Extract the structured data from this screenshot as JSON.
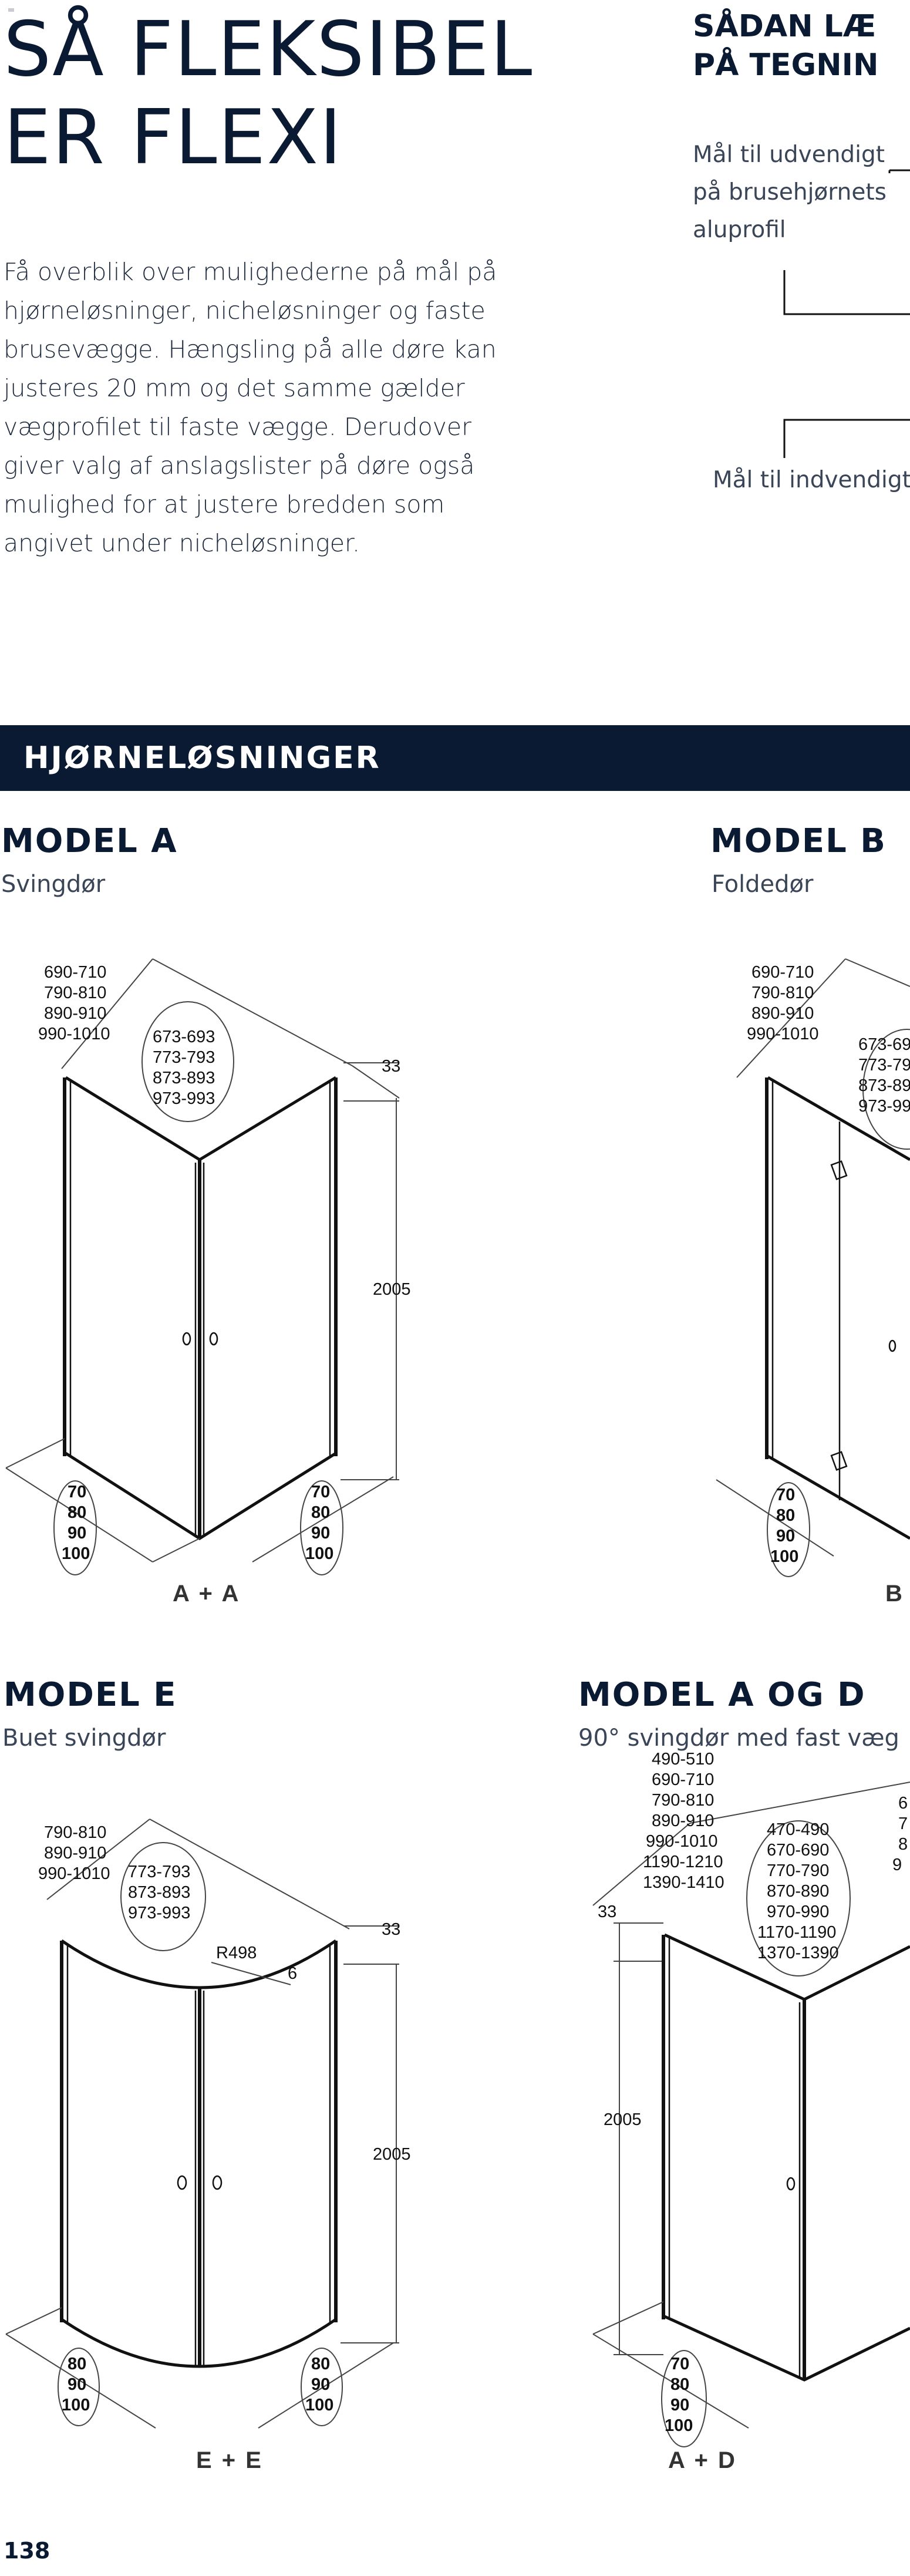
{
  "hero": {
    "title_line1": "SÅ FLEKSIBEL",
    "title_line2": "ER FLEXI",
    "intro": "Få overblik over mulighederne på mål på hjørneløsninger, nicheløsninger og faste brusevægge. Hængsling på alle døre kan justeres 20 mm og det samme gælder vægprofilet til faste vægge. Derudover giver valg af anslagslister på døre også mulighed for at justere bredden som angivet under nicheløsninger."
  },
  "side": {
    "title_line1": "SÅDAN LÆ",
    "title_line2": "PÅ TEGNIN",
    "note_outer_1": "Mål til udvendigt",
    "note_outer_2": "på brusehjørnets",
    "note_outer_3": "aluprofil",
    "note_inner": "Mål til indvendigt"
  },
  "banner": {
    "label": "HJØRNELØSNINGER"
  },
  "models": [
    {
      "title": "MODEL A",
      "subtitle": "Svingdør",
      "pair": "A + A",
      "outer_sizes": [
        "690-710",
        "790-810",
        "890-910",
        "990-1010"
      ],
      "inner_sizes": [
        "673-693",
        "773-793",
        "873-893",
        "973-993"
      ],
      "depth_dim": "33",
      "height_dim": "2005",
      "left_widths": [
        "70",
        "80",
        "90",
        "100"
      ],
      "right_widths": [
        "70",
        "80",
        "90",
        "100"
      ]
    },
    {
      "title": "MODEL B",
      "subtitle": "Foldedør",
      "pair": "B",
      "outer_sizes": [
        "690-710",
        "790-810",
        "890-910",
        "990-1010"
      ],
      "inner_sizes": [
        "673-69",
        "773-79",
        "873-89",
        "973-99"
      ],
      "left_widths": [
        "70",
        "80",
        "90",
        "100"
      ]
    },
    {
      "title": "MODEL E",
      "subtitle": "Buet svingdør",
      "pair": "E + E",
      "outer_sizes": [
        "790-810",
        "890-910",
        "990-1010"
      ],
      "inner_sizes": [
        "773-793",
        "873-893",
        "973-993"
      ],
      "radius": "R498",
      "offset": "6",
      "depth_dim": "33",
      "height_dim": "2005",
      "left_widths": [
        "80",
        "90",
        "100"
      ],
      "right_widths": [
        "80",
        "90",
        "100"
      ]
    },
    {
      "title": "MODEL A OG D",
      "subtitle": "90° svingdør med fast væg",
      "pair": "A + D",
      "outer_sizes": [
        "490-510",
        "690-710",
        "790-810",
        "890-910",
        "990-1010",
        "1190-1210",
        "1390-1410"
      ],
      "inner_sizes": [
        "470-490",
        "670-690",
        "770-790",
        "870-890",
        "970-990",
        "1170-1190",
        "1370-1390"
      ],
      "right_partial": [
        "6",
        "7",
        "8",
        "9"
      ],
      "depth_dim": "33",
      "height_dim": "2005",
      "left_widths": [
        "70",
        "80",
        "90",
        "100"
      ]
    }
  ],
  "page_number": "138"
}
